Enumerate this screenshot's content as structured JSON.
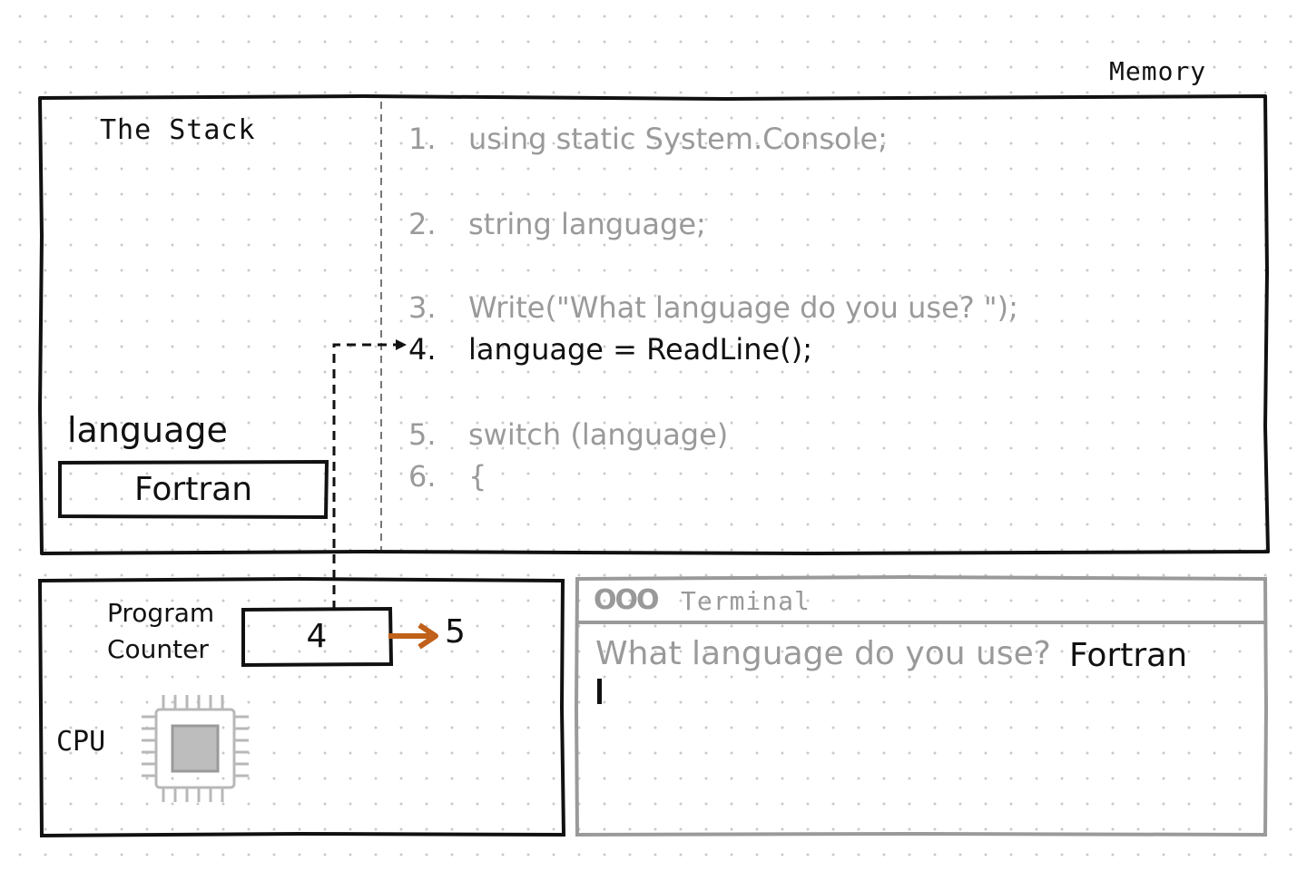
{
  "memory": {
    "label": "Memory"
  },
  "stack": {
    "title": "The Stack",
    "variable": {
      "name": "language",
      "value": "Fortran"
    }
  },
  "code": {
    "lines": [
      {
        "num": "1.",
        "text": "using static System.Console;"
      },
      {
        "num": "2.",
        "text": "string language;"
      },
      {
        "num": "3.",
        "text": "Write(\"What language do you use? \");"
      },
      {
        "num": "4.",
        "text": "language = ReadLine();"
      },
      {
        "num": "5.",
        "text": "switch (language)"
      },
      {
        "num": "6.",
        "text": "{"
      }
    ],
    "current_line": 4
  },
  "cpu": {
    "label": "CPU",
    "program_counter": {
      "label_line1": "Program",
      "label_line2": "Counter",
      "value": "4",
      "next_value": "5"
    },
    "icon": "chip-icon"
  },
  "terminal": {
    "buttons": "OOO",
    "title": "Terminal",
    "prompt": "What language do you use?",
    "answer": "Fortran"
  },
  "colors": {
    "arrow": "#c0601a",
    "ink": "#111111",
    "muted": "#9a9a9a"
  }
}
